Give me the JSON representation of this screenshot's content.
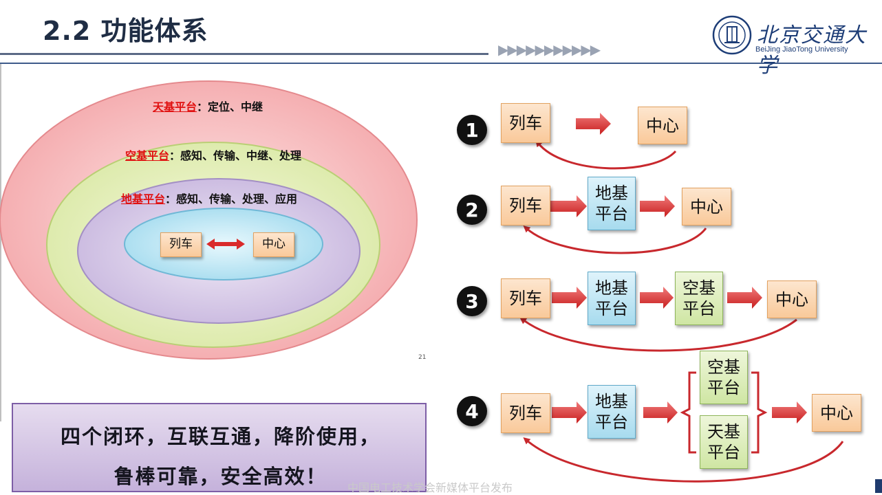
{
  "header": {
    "title": "2.2 功能体系",
    "chevrons": "▶▶▶▶▶▶▶▶▶▶▶"
  },
  "logo": {
    "name": "北京交通大学",
    "sub": "BeiJing JiaoTong University"
  },
  "layers": {
    "space": {
      "name": "天基平台",
      "desc": "：定位、中继"
    },
    "air": {
      "name": "空基平台",
      "desc": "：感知、传输、中继、处理"
    },
    "ground": {
      "name": "地基平台",
      "desc": "：感知、传输、处理、应用"
    },
    "core": {
      "left": "列车",
      "right": "中心"
    }
  },
  "loops": {
    "l1": {
      "num": "1",
      "train": "列车",
      "center": "中心"
    },
    "l2": {
      "num": "2",
      "train": "列车",
      "ground": "地基平台",
      "center": "中心"
    },
    "l3": {
      "num": "3",
      "train": "列车",
      "ground": "地基平台",
      "air": "空基平台",
      "center": "中心"
    },
    "l4": {
      "num": "4",
      "train": "列车",
      "ground": "地基平台",
      "air": "空基平台",
      "space": "天基平台",
      "center": "中心"
    }
  },
  "slogan": {
    "line1": "四个闭环，互联互通，降阶使用，",
    "line2": "鲁棒可靠，安全高效！"
  },
  "page_number": "21",
  "footer": "中国电工技术学会新媒体平台发布",
  "colors": {
    "accent_red": "#e01010",
    "arrow_red": "#d92b2b",
    "title": "#1f2d44"
  }
}
